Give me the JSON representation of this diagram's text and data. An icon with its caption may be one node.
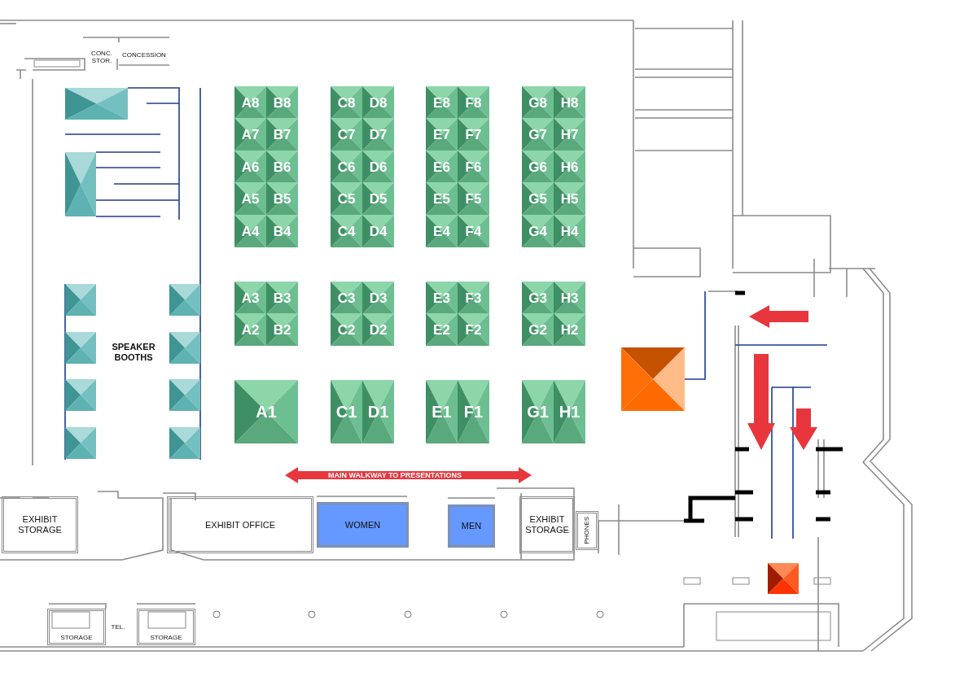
{
  "diagram": {
    "nodes": [
      {
        "text": [
          "CONC. STOR."
        ]
      },
      {
        "text": [
          "CONCESSION"
        ]
      },
      {
        "text": [],
        "shape": "box"
      },
      {
        "text": [],
        "shape": "box"
      },
      {
        "text": [
          "A8"
        ]
      },
      {
        "text": [
          "B8"
        ]
      },
      {
        "text": [
          "C8"
        ]
      },
      {
        "text": [
          "D8"
        ]
      },
      {
        "text": [
          "E8"
        ]
      },
      {
        "text": [
          "F8"
        ]
      },
      {
        "text": [
          "G8"
        ]
      },
      {
        "text": [
          "H8"
        ]
      },
      {
        "text": [
          "A7"
        ]
      },
      {
        "text": [
          "B7"
        ]
      },
      {
        "text": [
          "C7"
        ]
      },
      {
        "text": [
          "D7"
        ]
      },
      {
        "text": [
          "E7"
        ]
      },
      {
        "text": [
          "F7"
        ]
      },
      {
        "text": [
          "G7"
        ]
      },
      {
        "text": [
          "H7"
        ]
      },
      {
        "text": [
          "A6"
        ]
      },
      {
        "text": [
          "B6"
        ]
      },
      {
        "text": [
          "C6"
        ]
      },
      {
        "text": [
          "D6"
        ]
      },
      {
        "text": [
          "E6"
        ]
      },
      {
        "text": [
          "F6"
        ]
      },
      {
        "text": [
          "G6"
        ]
      },
      {
        "text": [
          "H6"
        ]
      },
      {
        "text": [
          "A5"
        ]
      },
      {
        "text": [
          "B5"
        ]
      },
      {
        "text": [
          "C5"
        ]
      },
      {
        "text": [
          "D5"
        ]
      },
      {
        "text": [
          "E5"
        ]
      },
      {
        "text": [
          "F5"
        ]
      },
      {
        "text": [
          "G5"
        ]
      },
      {
        "text": [
          "H5"
        ]
      },
      {
        "text": [
          "A4"
        ]
      },
      {
        "text": [
          "B4"
        ]
      },
      {
        "text": [
          "C4"
        ]
      },
      {
        "text": [
          "D4"
        ]
      },
      {
        "text": [
          "E4"
        ]
      },
      {
        "text": [
          "F4"
        ]
      },
      {
        "text": [
          "G4"
        ]
      },
      {
        "text": [
          "H4"
        ]
      },
      {
        "text": [
          "A3"
        ]
      },
      {
        "text": [
          "B3"
        ]
      },
      {
        "text": [
          "C3"
        ]
      },
      {
        "text": [
          "D3"
        ]
      },
      {
        "text": [
          "E3"
        ]
      },
      {
        "text": [
          "F3"
        ]
      },
      {
        "text": [
          "G3"
        ]
      },
      {
        "text": [
          "H3"
        ]
      },
      {
        "text": [
          "A2"
        ]
      },
      {
        "text": [
          "B2"
        ]
      },
      {
        "text": [
          "C2"
        ]
      },
      {
        "text": [
          "D2"
        ]
      },
      {
        "text": [
          "E2"
        ]
      },
      {
        "text": [
          "F2"
        ]
      },
      {
        "text": [
          "G2"
        ]
      },
      {
        "text": [
          "H2"
        ]
      },
      {
        "text": [
          "A1"
        ]
      },
      {
        "text": [
          "C1"
        ]
      },
      {
        "text": [
          "D1"
        ]
      },
      {
        "text": [
          "E1"
        ]
      },
      {
        "text": [
          "F1"
        ]
      },
      {
        "text": [
          "G1"
        ]
      },
      {
        "text": [
          "H1"
        ]
      },
      {
        "text": [],
        "shape": "box"
      },
      {
        "text": [],
        "shape": "box"
      },
      {
        "text": [],
        "shape": "box"
      },
      {
        "text": [],
        "shape": "box"
      },
      {
        "text": [],
        "shape": "box"
      },
      {
        "text": [],
        "shape": "box"
      },
      {
        "text": [],
        "shape": "box"
      },
      {
        "text": [],
        "shape": "box"
      },
      {
        "text": [],
        "shape": "box"
      },
      {
        "text": [
          "EXHIBIT STORAGE"
        ]
      },
      {
        "text": [
          "EXHIBIT OFFICE"
        ]
      },
      {
        "text": [
          "WOMEN"
        ]
      },
      {
        "text": [
          "MEN"
        ]
      },
      {
        "text": [
          "EXHIBIT STORAGE"
        ]
      },
      {
        "text": [
          "PHONES"
        ]
      },
      {
        "text": [],
        "shape": "box"
      },
      {
        "text": [
          "STORAGE"
        ]
      },
      {
        "text": [
          "TEL."
        ]
      },
      {
        "text": [
          "STORAGE"
        ]
      }
    ],
    "labels": [
      "SPEAKER BOOTHS",
      "MAIN WALKWAY TO PRESENTATIONS"
    ]
  }
}
